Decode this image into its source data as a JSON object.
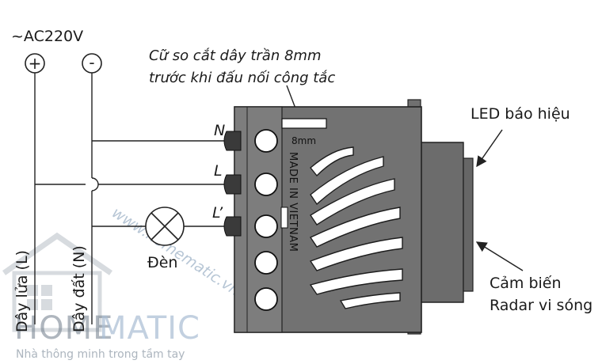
{
  "supply": {
    "label": "~AC220V",
    "plus": "+",
    "minus": "-"
  },
  "note": {
    "line1": "Cữ so cắt dây trần 8mm",
    "line2": "trước khi đấu nối công tắc"
  },
  "strip_gauge": "8mm",
  "device_text": "MADE IN VIETNAM",
  "terminals": {
    "n": "N",
    "l": "L",
    "lp": "L’"
  },
  "lamp_label": "Đèn",
  "wire_labels": {
    "live": "Dây lửa (L)",
    "neutral": "Dây đất (N)"
  },
  "callouts": {
    "led": "LED báo hiệu",
    "radar_line1": "Cảm biến",
    "radar_line2": "Radar vi sóng"
  },
  "watermark": {
    "brand_home": "HOME",
    "brand_matic": "MATIC",
    "tagline": "Nhà thông minh trong tầm tay",
    "url": "www.homematic.vn"
  },
  "colors": {
    "device_body": "#727272",
    "line": "#222222",
    "watermark": "#9fb3c8"
  }
}
